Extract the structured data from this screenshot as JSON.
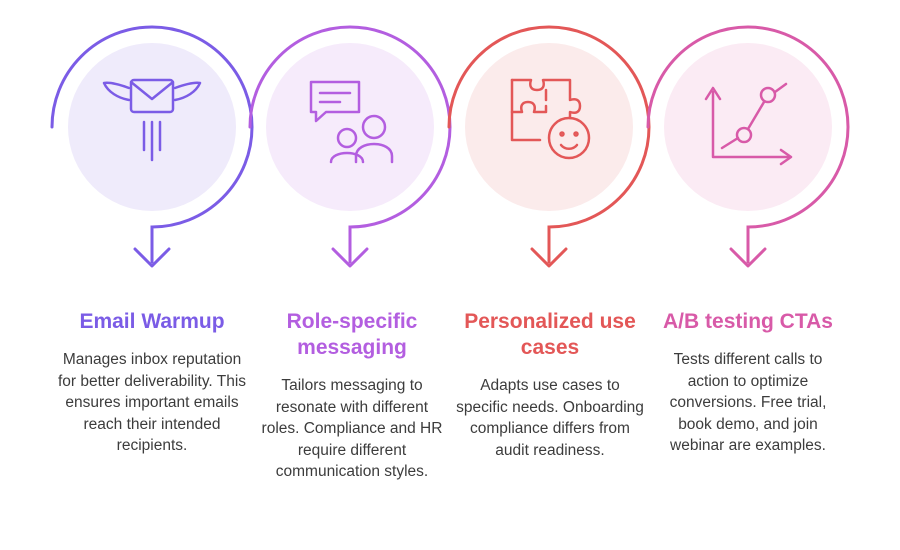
{
  "steps": [
    {
      "title": "Email Warmup",
      "description": "Manages inbox reputation for better deliverability. This ensures important emails reach their intended recipients.",
      "icon": "winged-envelope-icon",
      "color": "#7b5ce6",
      "fill": "#efebfb"
    },
    {
      "title": "Role-specific messaging",
      "description": "Tailors messaging to resonate with different roles. Compliance and HR require different communication styles.",
      "icon": "speech-bubble-people-icon",
      "color": "#b35ee0",
      "fill": "#f6ebfb"
    },
    {
      "title": "Personalized use cases",
      "description": "Adapts use cases to specific needs. Onboarding compliance differs from audit readiness.",
      "icon": "puzzle-face-icon",
      "color": "#e35757",
      "fill": "#fbebeb"
    },
    {
      "title": "A/B testing CTAs",
      "description": "Tests different calls to action to optimize conversions. Free trial, book demo, and join webinar are examples.",
      "icon": "line-graph-icon",
      "color": "#d85aa8",
      "fill": "#fbebf4"
    }
  ]
}
